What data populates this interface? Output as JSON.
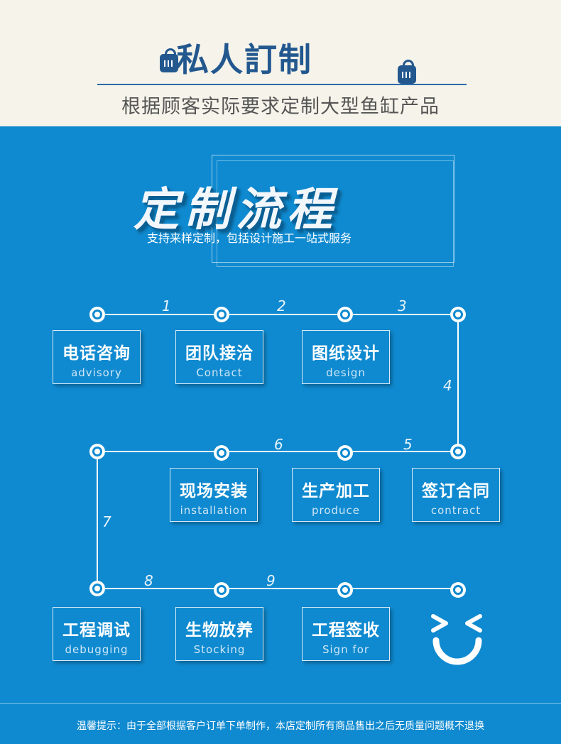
{
  "header": {
    "title": "私人訂制",
    "subtitle": "根据顾客实际要求定制大型鱼缸产品"
  },
  "process": {
    "title": "定制流程",
    "subtitle": "支持来样定制，包括设计施工一站式服务"
  },
  "steps": [
    {
      "cn": "电话咨询",
      "en": "advisory"
    },
    {
      "cn": "团队接洽",
      "en": "Contact"
    },
    {
      "cn": "图纸设计",
      "en": "design"
    },
    {
      "cn": "签订合同",
      "en": "contract"
    },
    {
      "cn": "生产加工",
      "en": "produce"
    },
    {
      "cn": "现场安装",
      "en": "installation"
    },
    {
      "cn": "工程调试",
      "en": "debugging"
    },
    {
      "cn": "生物放养",
      "en": "Stocking"
    },
    {
      "cn": "工程签收",
      "en": "Sign for"
    }
  ],
  "step_numbers": [
    "1",
    "2",
    "3",
    "4",
    "5",
    "6",
    "7",
    "8",
    "9"
  ],
  "footer": {
    "notice": "温馨提示：由于全部根据客户订单下单制作，本店定制所有商品售出之后无质量问题概不退换"
  },
  "colors": {
    "brand_blue": "#0f8ad0",
    "title_blue": "#23588f",
    "header_bg": "#f5f3ea"
  },
  "icons": [
    "shopping-bag-icon",
    "smiley-icon"
  ]
}
